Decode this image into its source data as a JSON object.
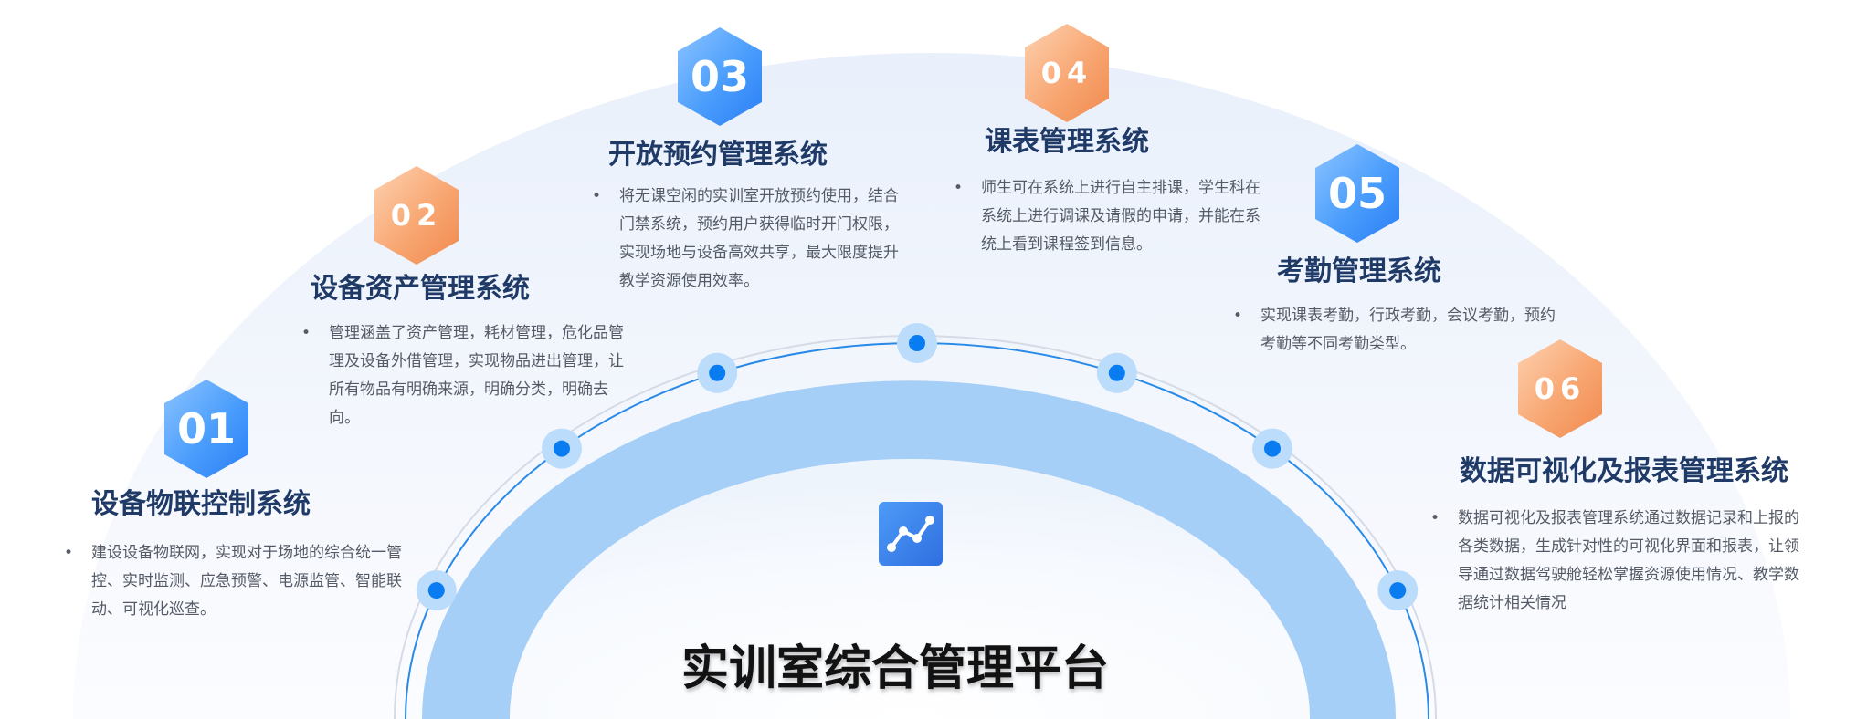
{
  "colors": {
    "blue_accent": "#2f8cff",
    "orange_accent": "#f59a5e",
    "title_text": "#1f3a66",
    "body_text": "#555b66",
    "arc_light": "#a6cff8",
    "node_blue": "#0a7cf2"
  },
  "platform": {
    "title": "实训室综合管理平台",
    "icon": "line-chart-icon"
  },
  "modules": [
    {
      "number": "01",
      "color": "blue",
      "title": "设备物联控制系统",
      "description": "建设设备物联网，实现对于场地的综合统一管控、实时监测、应急预警、电源监管、智能联动、可视化巡查。"
    },
    {
      "number": "02",
      "color": "orange",
      "title": "设备资产管理系统",
      "description": "管理涵盖了资产管理，耗材管理，危化品管理及设备外借管理，实现物品进出管理，让所有物品有明确来源，明确分类，明确去向。"
    },
    {
      "number": "03",
      "color": "blue",
      "title": "开放预约管理系统",
      "description": "将无课空闲的实训室开放预约使用，结合门禁系统，预约用户获得临时开门权限，实现场地与设备高效共享，最大限度提升教学资源使用效率。"
    },
    {
      "number": "04",
      "color": "orange",
      "title": "课表管理系统",
      "description": "师生可在系统上进行自主排课，学生科在系统上进行调课及请假的申请，并能在系统上看到课程签到信息。"
    },
    {
      "number": "05",
      "color": "blue",
      "title": "考勤管理系统",
      "description": "实现课表考勤，行政考勤，会议考勤，预约考勤等不同考勤类型。"
    },
    {
      "number": "06",
      "color": "orange",
      "title": "数据可视化及报表管理系统",
      "description": "数据可视化及报表管理系统通过数据记录和上报的各类数据，生成针对性的可视化界面和报表，让领导通过数据驾驶舱轻松掌握资源使用情况、教学数据统计相关情况"
    }
  ]
}
